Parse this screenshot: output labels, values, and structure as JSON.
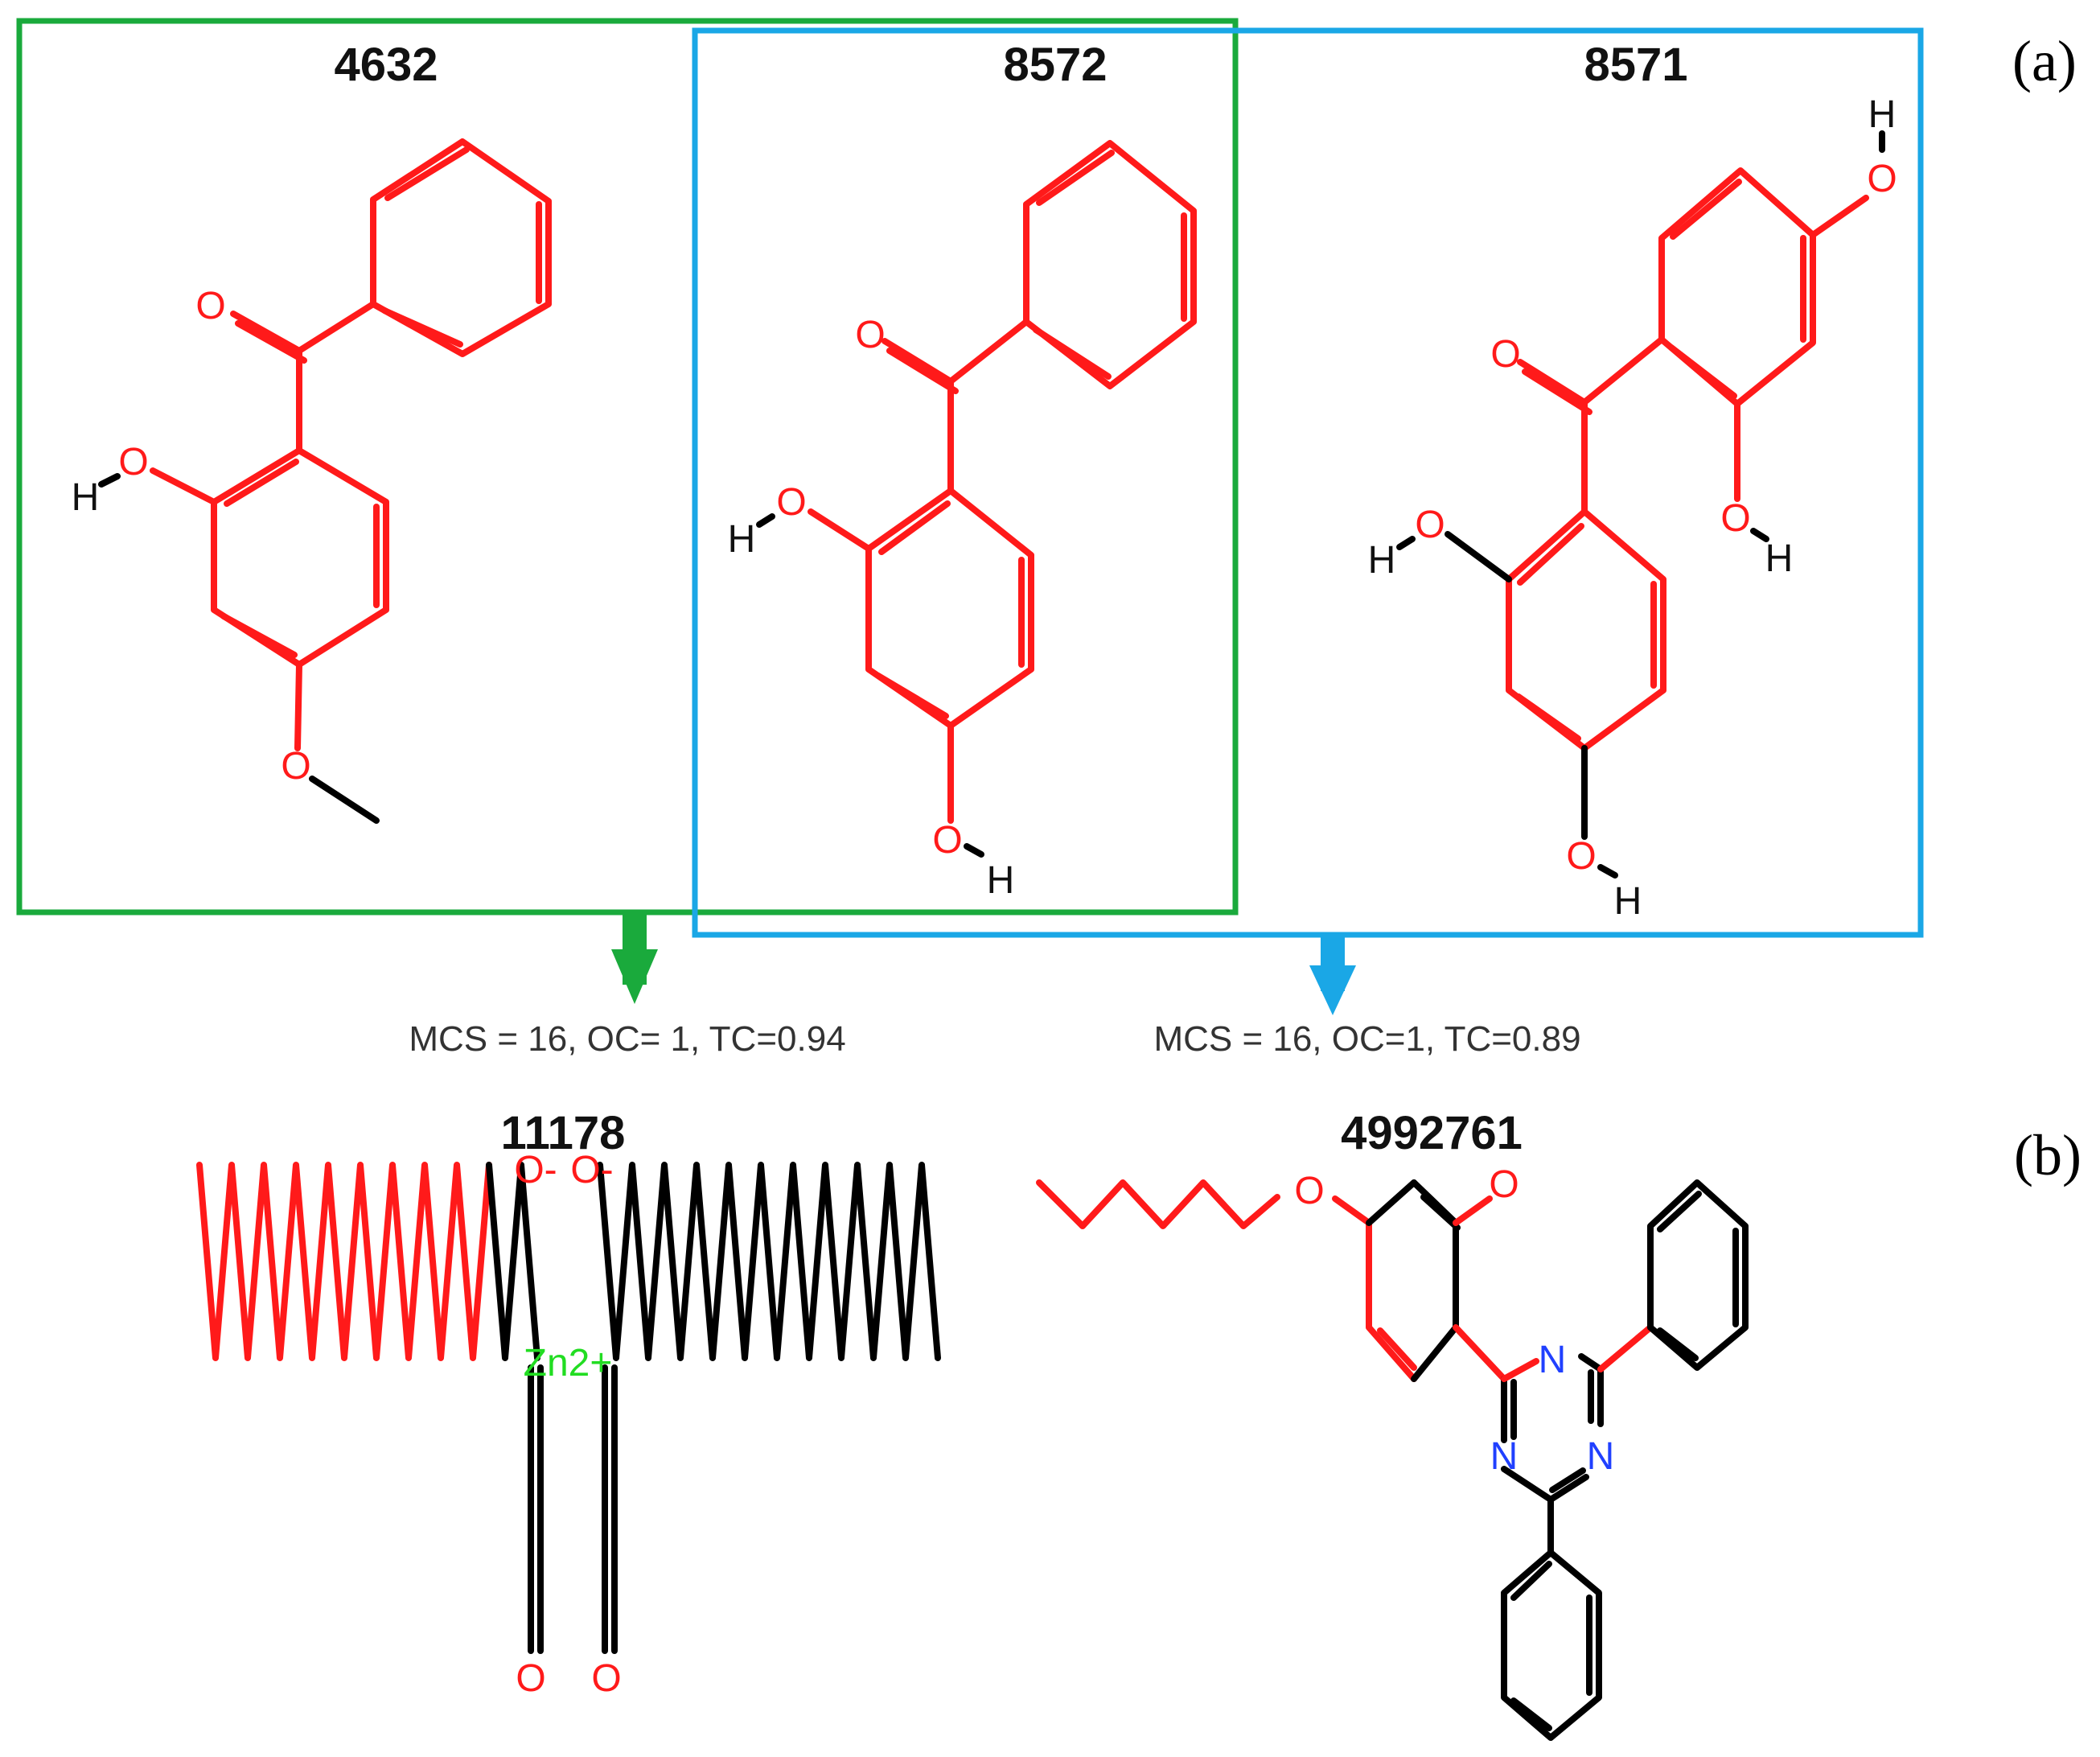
{
  "panel_labels": {
    "a": "(a)",
    "b": "(b)"
  },
  "query_molecules": [
    {
      "id": "4632"
    },
    {
      "id": "8572"
    },
    {
      "id": "8571"
    }
  ],
  "result_molecules": [
    {
      "id": "11178"
    },
    {
      "id": "4992761"
    }
  ],
  "similarity": [
    {
      "text": "MCS = 16, OC= 1, TC=0.94"
    },
    {
      "text": "MCS = 16, OC=1, TC=0.89"
    }
  ],
  "atoms": {
    "O": "O",
    "H": "H",
    "N": "N",
    "O_minus": "O-",
    "zinc": "Zn2+"
  },
  "colors": {
    "group_green": "#1aaa3c",
    "group_blue": "#1aa7e6",
    "match_red": "#ff1a1a",
    "bond_black": "#000000",
    "nitrogen_blue": "#2040ff",
    "zinc_green": "#22dd22"
  }
}
